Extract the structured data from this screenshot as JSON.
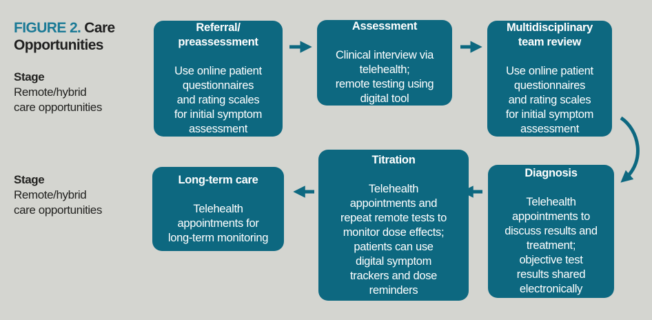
{
  "figure": {
    "label": "FIGURE 2.",
    "title": "Care Opportunities"
  },
  "stage_labels": [
    {
      "heading": "Stage",
      "description": "Remote/hybrid\ncare opportunities"
    },
    {
      "heading": "Stage",
      "description": "Remote/hybrid\ncare opportunities"
    }
  ],
  "boxes": [
    {
      "title": "Referral/\npreassessment",
      "body": "Use online patient\nquestionnaires\nand rating scales\nfor initial symptom\nassessment"
    },
    {
      "title": "Assessment",
      "body": "Clinical interview via\ntelehealth;\nremote testing using\ndigital tool"
    },
    {
      "title": "Multidisciplinary\nteam review",
      "body": "Use online patient\nquestionnaires\nand rating scales\nfor initial symptom\nassessment"
    },
    {
      "title": "Diagnosis",
      "body": "Telehealth\nappointments to\ndiscuss results and\ntreatment;\nobjective test\nresults shared\nelectronically"
    },
    {
      "title": "Titration",
      "body": "Telehealth\nappointments and\nrepeat remote tests to\nmonitor dose effects;\npatients can use\ndigital symptom\ntrackers and dose\nreminders"
    },
    {
      "title": "Long-term care",
      "body": "Telehealth\nappointments for\nlong-term monitoring"
    }
  ],
  "icons": {
    "arrow_right": "arrow-right-icon",
    "arrow_left": "arrow-left-icon",
    "arrow_curved": "curved-arrow-down-icon"
  },
  "colors": {
    "background": "#d4d5d0",
    "box_fill": "#0d6880",
    "box_text": "#ffffff",
    "figure_label_accent": "#1b7a96",
    "heading_text": "#1f1f1f",
    "arrow": "#0d6880"
  }
}
